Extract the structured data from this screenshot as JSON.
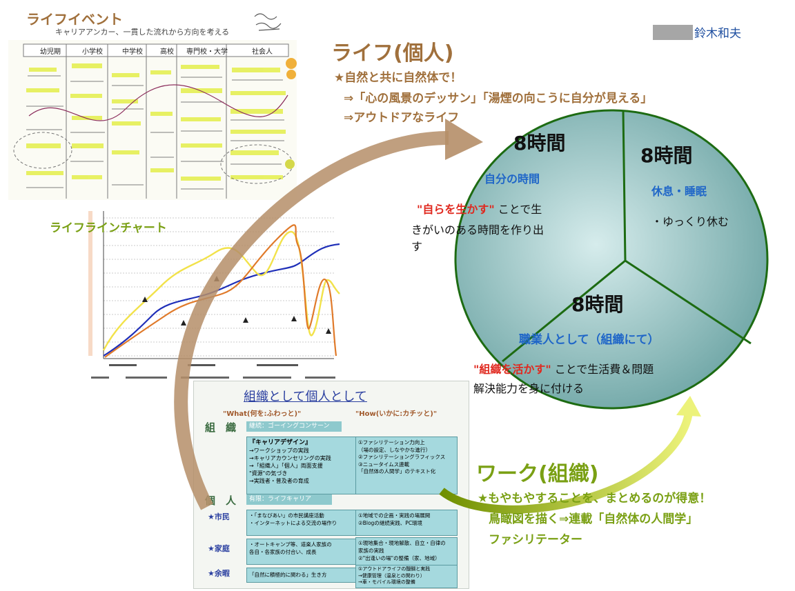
{
  "author": "鈴木和夫",
  "life_event": {
    "title": "ライフイベント",
    "subtitle": "キャリアアンカー、一貫した流れから方向を考える",
    "stages": [
      "幼児期",
      "小学校",
      "中学校",
      "高校",
      "専門校・大学",
      "社会人"
    ]
  },
  "lifeline_chart": {
    "title": "ライフラインチャート"
  },
  "org_personal": {
    "title": "組織として個人として",
    "what": "\"What(何を:ふわっと)\"",
    "how": "\"How(いかに:カチッと)\"",
    "org_label": "組　織",
    "org_tag": "継続：ゴーイングコンサーン",
    "org_left": [
      "『キャリアデザイン』",
      "→ワークショップの実践",
      "→キャリアカウンセリングの実践",
      "→「組織人」「個人」両面支援",
      "\"資源\"の気づき",
      "→実践者・普及者の育成"
    ],
    "org_right": [
      "①ファシリテーション力向上",
      "（場の設定、しなやかな進行）",
      "②ファシリテーショングラフィックス",
      "③ニュータイムス連載",
      "「自然体の人間学」のテキスト化"
    ],
    "personal_label": "個　人",
    "personal_tag": "有限：ライフキャリア",
    "rows": [
      {
        "label": "★市民",
        "left": [
          "・「まなびあい」の市民講座活動",
          "・インターネットによる交流の場作り"
        ],
        "right": [
          "①地域での企画・実践の場展開",
          "②Blogの継続実践、PC環境"
        ]
      },
      {
        "label": "★家庭",
        "left": [
          "・オートキャンプ等、道楽人家族の",
          "各自・各家族の付合い、成長"
        ],
        "right": [
          "①現地集合・現地解散、自立・自律の",
          "家族の実践",
          "②\"出逢いの場\"の整備（家、地域）"
        ]
      },
      {
        "label": "★余暇",
        "left": [
          "「自然に積極的に関わる」生き方"
        ],
        "right": [
          "①アウトドアライフの醍醐と実践",
          "→健康管理（温泉との関わり）",
          "→車・モバイル環境の整備"
        ]
      }
    ]
  },
  "life_personal": {
    "title": "ライフ(個人)",
    "line1": "★自然と共に自然体で！",
    "line2": "⇒「心の風景のデッサン」「湯煙の向こうに自分が見える」",
    "line3": "⇒アウトドアなライフ"
  },
  "work_org": {
    "title": "ワーク(組織)",
    "line1": "★もやもやすることを、まとめるのが得意！",
    "line2": "鳥瞰図を描く⇒連載「自然体の人間学」",
    "line3": "ファシリテーター"
  },
  "pie": {
    "seg_self": {
      "hours": "8時間",
      "label": "自分の時間",
      "quote": "\"自らを生かす\"",
      "desc1": "ことで生",
      "desc2": "きがいのある時間を作り出",
      "desc3": "す"
    },
    "seg_rest": {
      "hours": "8時間",
      "label": "休息・睡眠",
      "desc": "・ゆっくり休む"
    },
    "seg_work": {
      "hours": "8時間",
      "label": "職業人として（組織にて）",
      "quote": "\"組織を活かす\"",
      "desc1": "ことで生活費＆問題",
      "desc2": "解決能力を身に付ける"
    },
    "colors": {
      "fill_outer": "#6fa6a6",
      "fill_inner": "#d6ecec",
      "ring": "#1d6b12"
    }
  }
}
